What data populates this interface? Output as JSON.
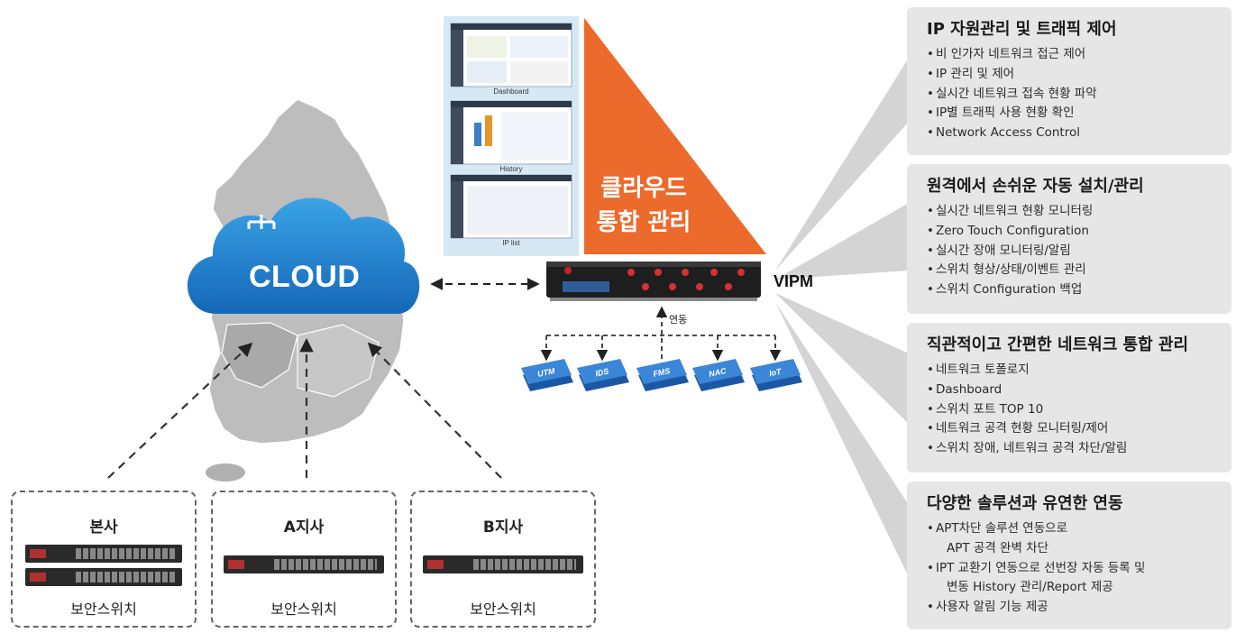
{
  "cloud": {
    "label": "CLOUD"
  },
  "triangle": {
    "line1": "클라우드",
    "line2": "통합 관리"
  },
  "screenshots": {
    "cap1": "Dashboard",
    "cap2": "History",
    "cap3": "IP list"
  },
  "vipm": {
    "label": "VIPM",
    "link_label": "연동"
  },
  "devices": [
    "UTM",
    "IDS",
    "FMS",
    "NAC",
    "IoT"
  ],
  "branches": [
    {
      "name": "본사",
      "type": "보안스위치"
    },
    {
      "name": "A지사",
      "type": "보안스위치"
    },
    {
      "name": "B지사",
      "type": "보안스위치"
    }
  ],
  "panels": [
    {
      "title": "IP 자원관리 및 트래픽 제어",
      "items": [
        "비 인가자 네트워크 접근 제어",
        "IP 관리 및 제어",
        "실시간 네트워크 접속 현황 파악",
        "IP별 트래픽 사용 현황 확인",
        "Network Access Control"
      ]
    },
    {
      "title": "원격에서 손쉬운 자동 설치/관리",
      "items": [
        "실시간 네트워크 현황 모니터링",
        "Zero Touch Configuration",
        "실시간 장애 모니터링/알림",
        "스위치 형상/상태/이벤트 관리",
        "스위치 Configuration 백업"
      ]
    },
    {
      "title": "직관적이고 간편한 네트워크 통합 관리",
      "items": [
        "네트워크 토폴로지",
        "Dashboard",
        "스위치 포트 TOP 10",
        "네트워크 공격 현황 모니터링/제어",
        "스위치 장애, 네트워크 공격 차단/알림"
      ]
    },
    {
      "title": "다양한 솔루션과 유연한 연동",
      "items": [
        "APT차단 솔루션 연동으로",
        "APT 공격 완벽 차단",
        "IPT 교환기 연동으로 선번장 자동 등록 및",
        "변동 History 관리/Report 제공",
        "사용자 알림 기능 제공"
      ]
    }
  ],
  "colors": {
    "orange": "#ec6a2c",
    "cloud_top": "#2c8fd6",
    "cloud_bottom": "#1769b8",
    "map": "#b9b9b9",
    "panel": "#e6e6e6"
  }
}
